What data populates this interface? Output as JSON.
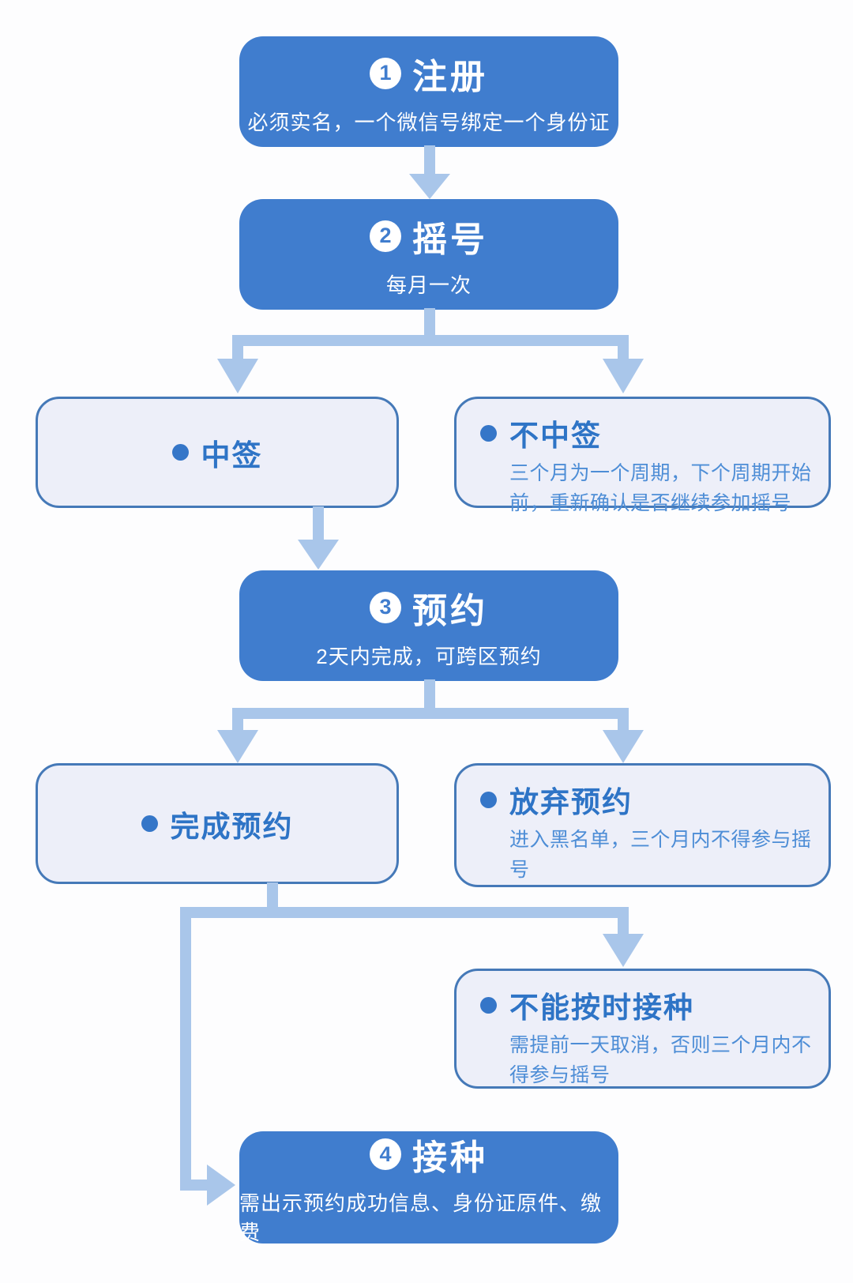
{
  "palette": {
    "step_box_blue": "#407dce",
    "outcome_fill": "#edeff9",
    "outcome_border": "#4579b8",
    "outcome_title_blue": "#2e74c6",
    "outcome_desc_blue": "#4d8dd6",
    "arrow_blue": "#a9c6ea",
    "background": "#fdfdfe"
  },
  "steps": [
    {
      "number": "1",
      "title": "注册",
      "subtitle": "必须实名，一个微信号绑定一个身份证"
    },
    {
      "number": "2",
      "title": "摇号",
      "subtitle": "每月一次"
    },
    {
      "number": "3",
      "title": "预约",
      "subtitle": "2天内完成，可跨区预约"
    },
    {
      "number": "4",
      "title": "接种",
      "subtitle": "需出示预约成功信息、身份证原件、缴费"
    }
  ],
  "outcomes": {
    "won": {
      "title": "中签",
      "description": ""
    },
    "lost": {
      "title": "不中签",
      "description": "三个月为一个周期，下个周期开始前，重新确认是否继续参加摇号"
    },
    "completed": {
      "title": "完成预约",
      "description": ""
    },
    "abandoned": {
      "title": "放弃预约",
      "description": "进入黑名单，三个月内不得参与摇号"
    },
    "missed": {
      "title": "不能按时接种",
      "description": "需提前一天取消，否则三个月内不得参与摇号"
    }
  }
}
